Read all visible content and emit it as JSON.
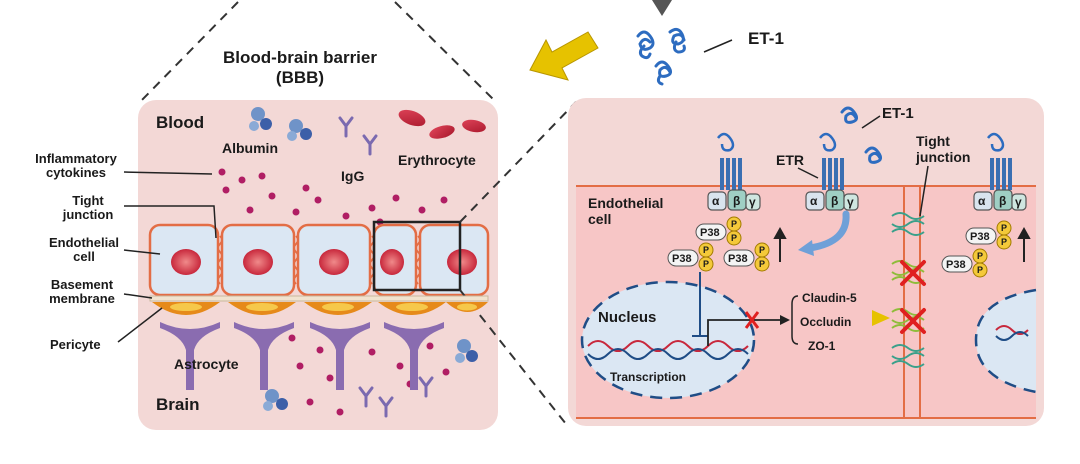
{
  "title": {
    "line1": "Blood-brain barrier",
    "line2": "(BBB)"
  },
  "et1_top": "ET-1",
  "left_panel": {
    "blood": "Blood",
    "brain": "Brain",
    "albumin": "Albumin",
    "igg": "IgG",
    "erythrocyte": "Erythrocyte",
    "astrocyte": "Astrocyte",
    "side_labels": {
      "inflammatory_1": "Inflammatory",
      "inflammatory_2": "cytokines",
      "tight_1": "Tight",
      "tight_2": "junction",
      "endothelial_1": "Endothelial",
      "endothelial_2": "cell",
      "basement_1": "Basement",
      "basement_2": "membrane",
      "pericyte": "Pericyte"
    }
  },
  "right_panel": {
    "et1": "ET-1",
    "etr": "ETR",
    "tight_1": "Tight",
    "tight_2": "junction",
    "endothelial_1": "Endothelial",
    "endothelial_2": "cell",
    "nucleus": "Nucleus",
    "transcription": "Transcription",
    "alpha": "α",
    "beta": "β",
    "gamma": "γ",
    "p38": "P38",
    "p": "P",
    "targets": [
      "Claudin-5",
      "Occludin",
      "ZO-1"
    ]
  },
  "colors": {
    "panel_bg": "#f3d8d6",
    "cell_fill": "#dbe7f3",
    "cell_border": "#e36d45",
    "nucleus": "#d13a4c",
    "pericyte": "#e68a1a",
    "astrocyte": "#7a5a9c",
    "cytokine": "#b01e64",
    "arrow_yellow": "#e6c200",
    "et1_blue": "#2d6cc0",
    "cross": "#e02020"
  }
}
